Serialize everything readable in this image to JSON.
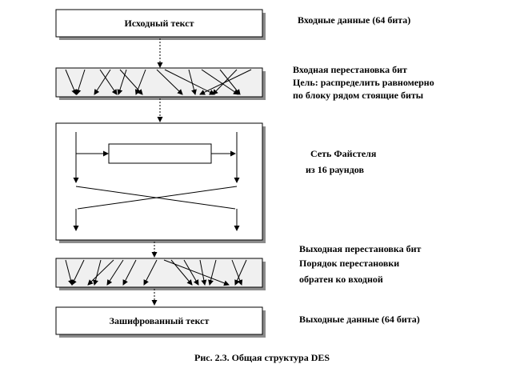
{
  "blocks": {
    "input_text": "Исходный текст",
    "output_text": "Зашифрованный  текст"
  },
  "notes": {
    "input_data": "Входные данные (64 бита)",
    "initial_perm_title": "Входная перестановка бит",
    "initial_perm_goal": "Цель: распределить равномерно",
    "initial_perm_goal2": "по блоку рядом стоящие биты",
    "feistel_title": "Сеть Файстеля",
    "feistel_rounds": "из 16 раундов",
    "final_perm_title": "Выходная перестановка бит",
    "final_perm_note1": "Порядок перестановки",
    "final_perm_note2": "обратен ко входной",
    "output_data": "Выходные данные (64 бита)"
  },
  "caption": "Рис. 2.3. Общая структура DES",
  "colors": {
    "line": "#000000",
    "box_shadow": "#8c8c8c",
    "perm_fill": "#f0f0f0"
  }
}
